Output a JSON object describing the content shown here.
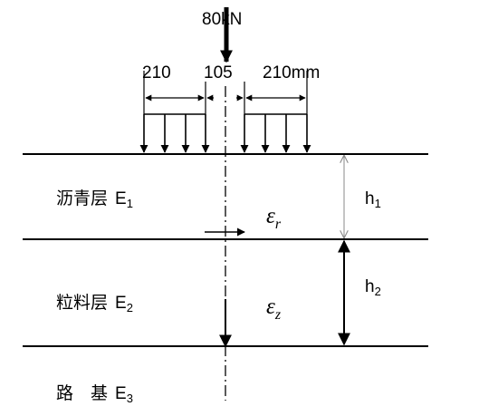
{
  "load": {
    "force": "80kN"
  },
  "dims": {
    "left": "210",
    "center": "105",
    "right": "210mm"
  },
  "layers": [
    {
      "name": "沥青层",
      "symbol": "E",
      "sub": "1"
    },
    {
      "name": "粒料层",
      "symbol": "E",
      "sub": "2"
    },
    {
      "name": "路　基",
      "symbol": "E",
      "sub": "3"
    }
  ],
  "thickness": [
    {
      "symbol": "h",
      "sub": "1"
    },
    {
      "symbol": "h",
      "sub": "2"
    }
  ],
  "strains": [
    {
      "symbol": "ε",
      "sub": "r"
    },
    {
      "symbol": "ε",
      "sub": "z"
    }
  ]
}
